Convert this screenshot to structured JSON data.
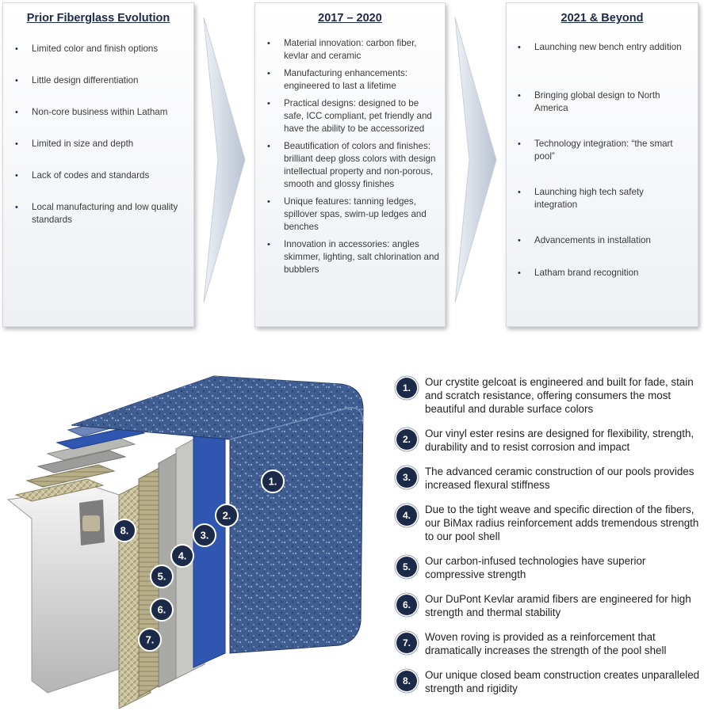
{
  "panels": {
    "prior": {
      "title": "Prior Fiberglass Evolution",
      "items": [
        "Limited color and finish options",
        "Little design differentiation",
        "Non-core business within Latham",
        "Limited in size and depth",
        "Lack of codes and standards",
        "Local manufacturing and low quality standards"
      ]
    },
    "mid": {
      "title": "2017 – 2020",
      "items": [
        "Material innovation: carbon fiber, kevlar and ceramic",
        "Manufacturing enhancements: engineered to last a lifetime",
        "Practical designs: designed to be safe, ICC compliant, pet friendly and have the ability to be accessorized",
        "Beautification of colors and finishes: brilliant deep gloss colors with design intellectual property and non-porous, smooth and glossy finishes",
        "Unique features: tanning ledges, spillover spas, swim-up ledges and benches",
        "Innovation in accessories: angles skimmer, lighting, salt chlorination and bubblers"
      ]
    },
    "right": {
      "title": "2021 & Beyond",
      "items": [
        "Launching new bench entry addition",
        "Bringing global design to North America",
        "Technology integration: “the smart pool”",
        "Launching high tech safety integration",
        "Advancements in installation",
        "Latham brand recognition"
      ]
    }
  },
  "layers": {
    "labels": [
      "1.",
      "2.",
      "3.",
      "4.",
      "5.",
      "6.",
      "7.",
      "8."
    ]
  },
  "features": [
    {
      "num": "1.",
      "text": "Our crystite gelcoat is engineered and built for fade, stain and scratch resistance, offering consumers the most beautiful and durable surface colors"
    },
    {
      "num": "2.",
      "text": "Our vinyl ester resins are designed for flexibility, strength, durability and to resist corrosion and impact"
    },
    {
      "num": "3.",
      "text": "The advanced ceramic construction of our pools provides increased flexural stiffness"
    },
    {
      "num": "4.",
      "text": "Due to the tight weave and specific direction of the fibers, our BiMax radius reinforcement adds tremendous strength to our pool shell"
    },
    {
      "num": "5.",
      "text": "Our carbon-infused technologies have superior compressive strength"
    },
    {
      "num": "6.",
      "text": "Our DuPont Kevlar aramid fibers are engineered for high strength and thermal stability"
    },
    {
      "num": "7.",
      "text": "Woven roving is provided as a reinforcement that dramatically increases the strength of the pool shell"
    },
    {
      "num": "8.",
      "text": "Our unique closed beam construction creates unparalleled strength and rigidity"
    }
  ],
  "colors": {
    "navy": "#1c2a4a",
    "gelcoat_blue": "#3d5a8c",
    "resin_blue": "#2f56b0"
  }
}
